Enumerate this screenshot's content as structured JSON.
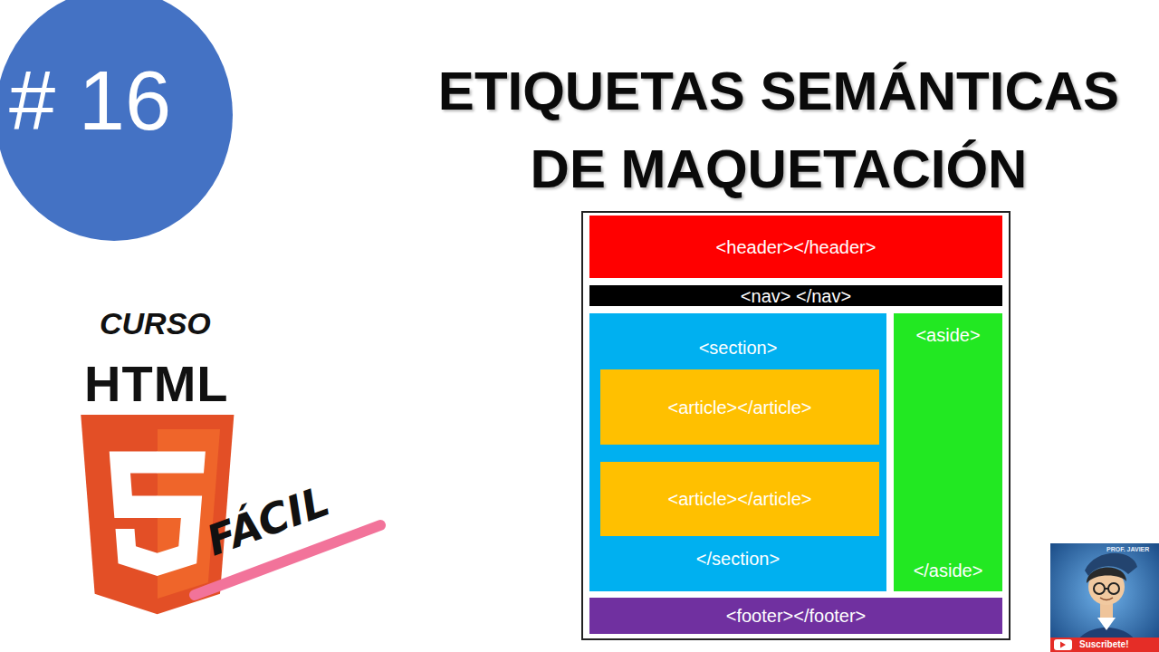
{
  "diagram": {
    "title": "ETIQUETAS SEMÁNTICAS DE MAQUETACIÓN",
    "nodes": [
      {
        "text": [
          "# 16"
        ]
      },
      {
        "text": [
          "<header></header>"
        ]
      },
      {
        "text": [
          "<nav> </nav>"
        ]
      },
      {
        "text": [
          "<section>",
          "</section>"
        ]
      },
      {
        "text": [
          "<article></article>"
        ],
        "in": 3
      },
      {
        "text": [
          "<article></article>"
        ],
        "in": 3
      },
      {
        "text": [
          "<aside>",
          "</aside>"
        ]
      },
      {
        "text": [
          "<footer></footer>"
        ]
      }
    ],
    "labels": [
      "CURSO",
      "HTML",
      "FÁCIL",
      "Suscribete!",
      "PROF. JAVIER"
    ]
  }
}
